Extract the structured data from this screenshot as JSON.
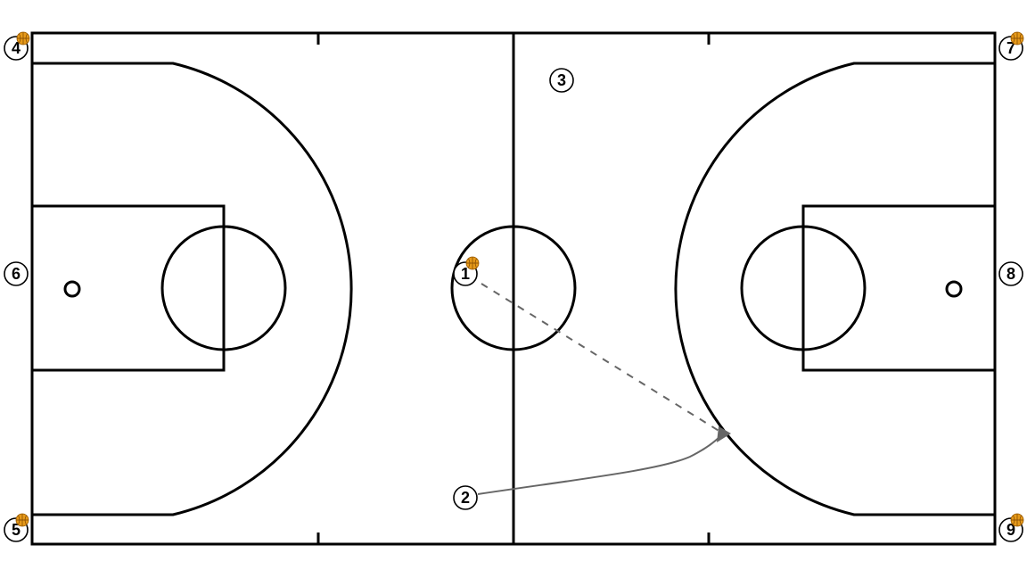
{
  "colors": {
    "court_lines": "#000000",
    "background": "#ffffff",
    "ball": "#e69a1a",
    "action_lines": "#666666"
  },
  "players": [
    {
      "id": "p1",
      "label": "1",
      "has_ball": true
    },
    {
      "id": "p2",
      "label": "2",
      "has_ball": false
    },
    {
      "id": "p3",
      "label": "3",
      "has_ball": false
    },
    {
      "id": "p4",
      "label": "4",
      "has_ball": true
    },
    {
      "id": "p5",
      "label": "5",
      "has_ball": true
    },
    {
      "id": "p6",
      "label": "6",
      "has_ball": false
    },
    {
      "id": "p7",
      "label": "7",
      "has_ball": true
    },
    {
      "id": "p8",
      "label": "8",
      "has_ball": false
    },
    {
      "id": "p9",
      "label": "9",
      "has_ball": true
    }
  ],
  "actions": [
    {
      "type": "pass",
      "from": "1",
      "style": "dashed"
    },
    {
      "type": "cut",
      "from": "2",
      "style": "solid-curved"
    }
  ]
}
